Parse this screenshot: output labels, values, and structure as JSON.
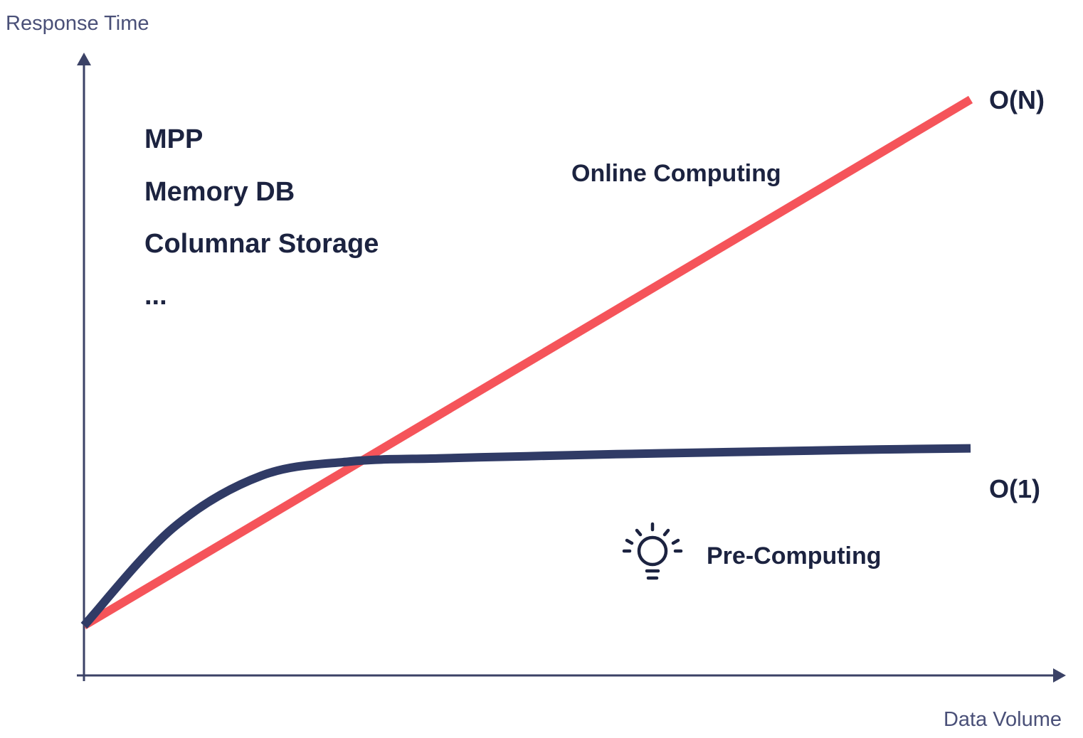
{
  "chart_data": {
    "type": "line",
    "xlabel": "Data Volume",
    "ylabel": "Response Time",
    "grid": false,
    "axes_ticks": false,
    "series": [
      {
        "name": "Online Computing",
        "complexity": "O(N)",
        "color": "#f5545a",
        "x": [
          0,
          100
        ],
        "y": [
          0,
          100
        ]
      },
      {
        "name": "Pre-Computing",
        "complexity": "O(1)",
        "color": "#303b66",
        "icon": "lightbulb-icon",
        "x": [
          0,
          10,
          20,
          30,
          40,
          50,
          60,
          70,
          80,
          90,
          100
        ],
        "y": [
          0,
          18.5,
          28.5,
          31.2,
          31.8,
          32.2,
          32.6,
          32.9,
          33.2,
          33.5,
          33.7
        ]
      }
    ],
    "annotations": {
      "technologies": [
        "MPP",
        "Memory DB",
        "Columnar Storage",
        "..."
      ]
    }
  }
}
